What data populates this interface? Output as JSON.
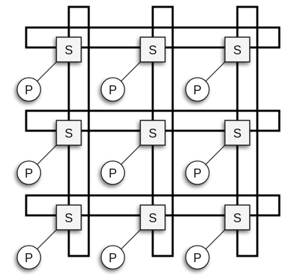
{
  "diagram": {
    "switch_label": "S",
    "processor_label": "P",
    "grid": {
      "rows": 3,
      "cols": 3
    },
    "colors": {
      "ring": "#000000",
      "switch_fill": "#f4f4f4",
      "processor_fill": "#ffffff",
      "shadow": "#7a7a7a"
    }
  }
}
